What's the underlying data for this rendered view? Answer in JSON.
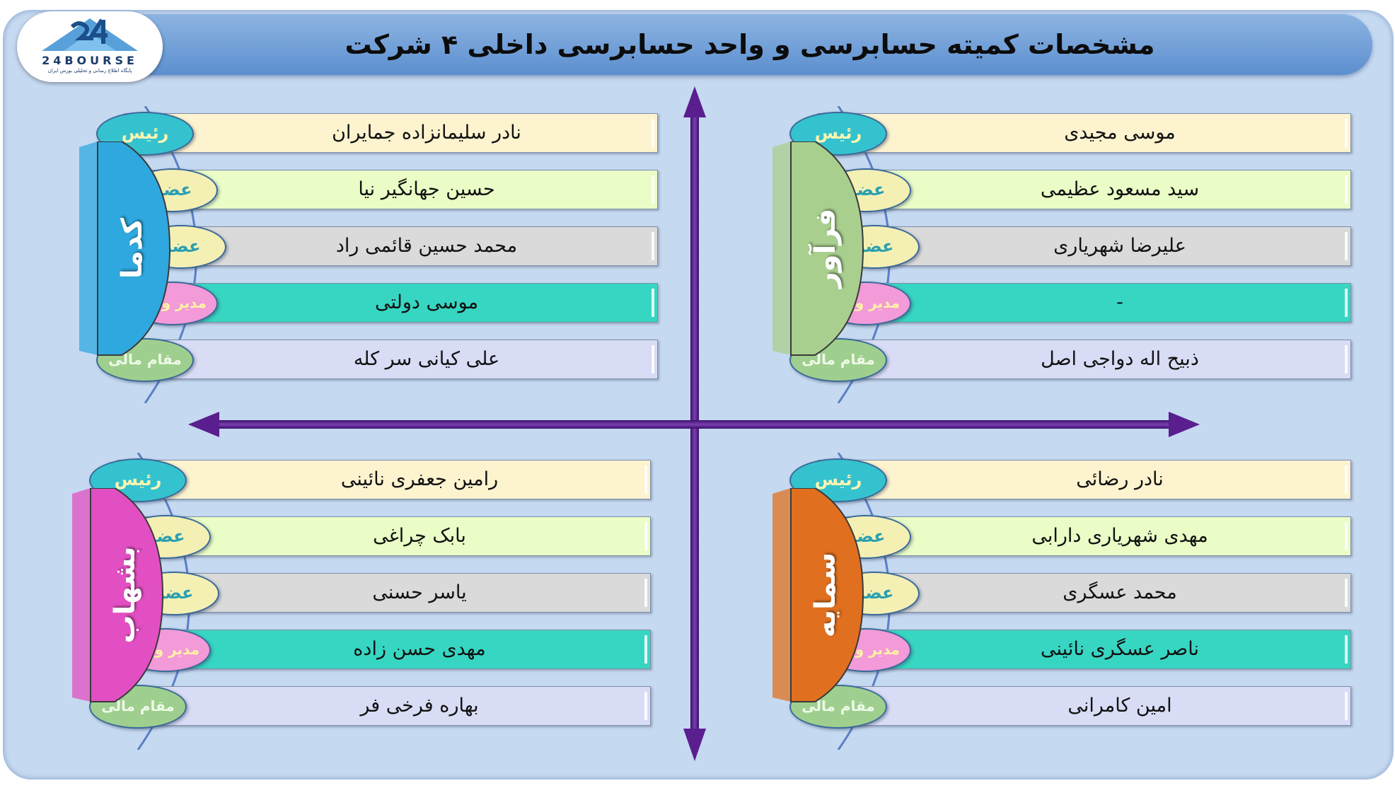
{
  "header": {
    "title": "مشخصات کمیته حسابرسی و واحد حسابرسی داخلی ۴ شرکت",
    "logo_brand": "24BOURSE",
    "logo_subtitle": "پایگاه اطلاع رسانی و تحلیلی بورس ایران"
  },
  "roles": {
    "head": "رئیس",
    "member": "عضو",
    "unit_manager": "مدیر واحد",
    "financial_officer": "مقام مالی"
  },
  "companies": [
    {
      "name": "کدما",
      "color": "#2fa8df",
      "rows": [
        {
          "role": "رئیس",
          "person": "نادر سلیمانزاده جمایران"
        },
        {
          "role": "عضو",
          "person": "حسین جهانگیر نیا"
        },
        {
          "role": "عضو",
          "person": "محمد حسین قائمی راد"
        },
        {
          "role": "مدیر واحد",
          "person": "موسی دولتی"
        },
        {
          "role": "مقام مالی",
          "person": "علی کیانی سر کله"
        }
      ]
    },
    {
      "name": "فرآور",
      "color": "#a9cf8e",
      "rows": [
        {
          "role": "رئیس",
          "person": "موسی مجیدی"
        },
        {
          "role": "عضو",
          "person": "سید مسعود عظیمی"
        },
        {
          "role": "عضو",
          "person": "علیرضا شهریاری"
        },
        {
          "role": "مدیر واحد",
          "person": "-"
        },
        {
          "role": "مقام مالی",
          "person": "ذبیح اله دواجی اصل"
        }
      ]
    },
    {
      "name": "بشهاب",
      "color": "#e24fc2",
      "rows": [
        {
          "role": "رئیس",
          "person": "رامین جعفری نائینی"
        },
        {
          "role": "عضو",
          "person": "بابک چراغی"
        },
        {
          "role": "عضو",
          "person": "یاسر حسنی"
        },
        {
          "role": "مدیر واحد",
          "person": "مهدی حسن زاده"
        },
        {
          "role": "مقام مالی",
          "person": "بهاره فرخی فر"
        }
      ]
    },
    {
      "name": "سمایه",
      "color": "#e0701f",
      "rows": [
        {
          "role": "رئیس",
          "person": "نادر رضائی"
        },
        {
          "role": "عضو",
          "person": "مهدی شهریاری دارابی"
        },
        {
          "role": "عضو",
          "person": "محمد عسگری"
        },
        {
          "role": "مدیر واحد",
          "person": "ناصر عسگری نائینی"
        },
        {
          "role": "مقام مالی",
          "person": "امین کامرانی"
        }
      ]
    }
  ]
}
